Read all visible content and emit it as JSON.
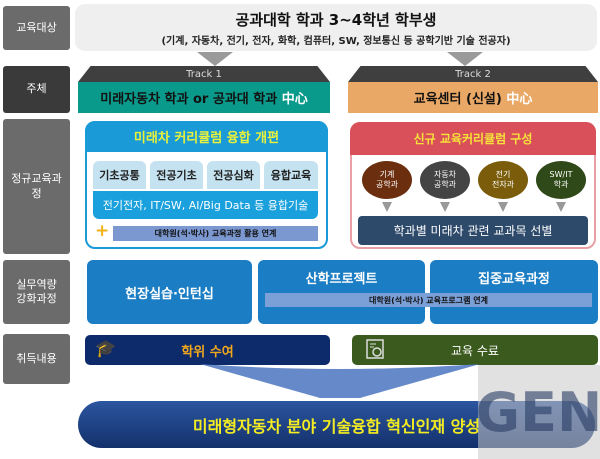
{
  "side_labels": [
    "교육대상",
    "주체",
    "정규교육과정",
    "실무역량 강화과정",
    "취득내용"
  ],
  "target": {
    "title": "공과대학 학과 3~4학년 학부생",
    "subtitle": "(기계, 자동차, 전기, 전자, 화학, 컴퓨터, SW, 정보통신 등 공학기반 기술 전공자)"
  },
  "track1": {
    "tab": "Track 1",
    "label": "미래자동차 학과 or 공과대 학과",
    "suffix": "中心"
  },
  "track2": {
    "tab": "Track 2",
    "label": "교육센터 (신설)",
    "suffix": "中心"
  },
  "curriculum1": {
    "title": "미래차 커리큘럼 융합 개편",
    "subjects": [
      "기초공통",
      "전공기초",
      "전공심화",
      "융합교육"
    ],
    "tech": "전기전자, IT/SW, AI/Big Data 등 융합기술",
    "plus": "+",
    "grad": "대학원(석·박사) 교육과정 활용 연계"
  },
  "curriculum2": {
    "title": "신규 교육커리큘럼 구성",
    "depts": [
      {
        "line1": "기계",
        "line2": "공학과",
        "color": "#6b2e0e"
      },
      {
        "line1": "자동차",
        "line2": "공학과",
        "color": "#444444"
      },
      {
        "line1": "전기",
        "line2": "전자과",
        "color": "#7a5c0a"
      },
      {
        "line1": "SW/IT",
        "line2": "학과",
        "color": "#2f4a18"
      }
    ],
    "result": "학과별 미래차 관련 교과목 선별"
  },
  "practice": {
    "items": [
      "현장실습·인턴십",
      "산학프로젝트",
      "집중교육과정"
    ],
    "grad_link": "대학원(석·박사) 교육프로그램 연계"
  },
  "outcomes": {
    "degree": "학위 수여",
    "completion": "교육 수료"
  },
  "goal": "미래형자동차 분야 기술융합 혁신인재 양성",
  "watermark": "GEN"
}
